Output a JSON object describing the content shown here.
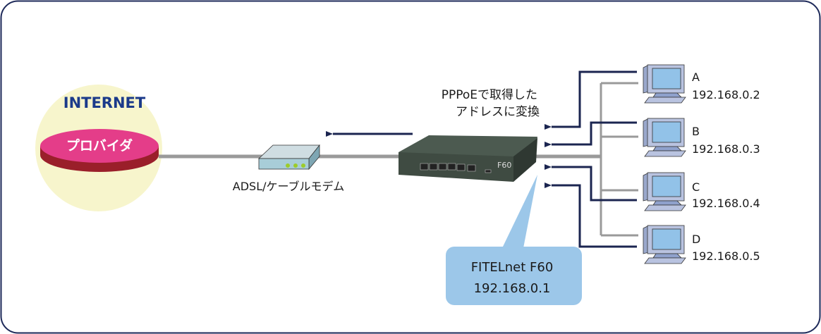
{
  "internet": {
    "label": "INTERNET",
    "provider": "プロバイダ"
  },
  "modem": {
    "label": "ADSL/ケーブルモデム"
  },
  "router": {
    "model_badge": "F60",
    "callout_name": "FITELnet F60",
    "callout_ip": "192.168.0.1"
  },
  "nat_note": {
    "line1": "PPPoEで取得した",
    "line2": "アドレスに変換"
  },
  "pcs": [
    {
      "name": "A",
      "ip": "192.168.0.2"
    },
    {
      "name": "B",
      "ip": "192.168.0.3"
    },
    {
      "name": "C",
      "ip": "192.168.0.4"
    },
    {
      "name": "D",
      "ip": "192.168.0.5"
    }
  ],
  "colors": {
    "frame": "#1e2a5a",
    "arrow": "#1b2550",
    "cable": "#9a9a9a",
    "internet_bg": "#f7f5cc",
    "provider": "#e43d89",
    "provider_side": "#9a1f2a",
    "callout": "#9cc7e9",
    "internet_text": "#1b3a8a"
  }
}
